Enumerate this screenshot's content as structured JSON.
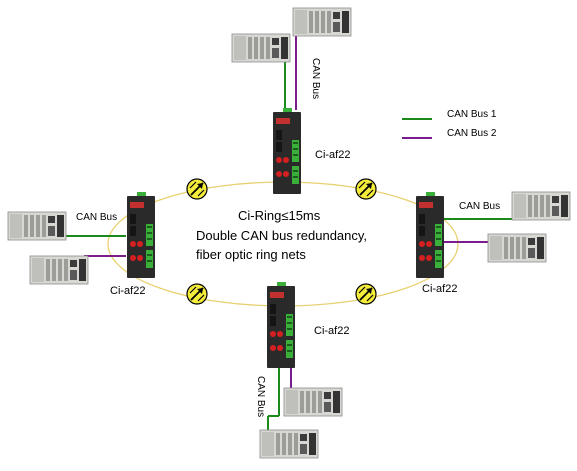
{
  "center": {
    "ring_title": "Ci-Ring≤15ms",
    "line1": "Double CAN bus redundancy,",
    "line2": "fiber optic ring nets"
  },
  "legend": {
    "bus1": "CAN Bus 1",
    "bus2": "CAN Bus 2"
  },
  "nodes": {
    "top": {
      "model": "Ci-af22",
      "bus_label": "CAN Bus"
    },
    "left": {
      "model": "Ci-af22",
      "bus_label": "CAN Bus"
    },
    "right": {
      "model": "Ci-af22",
      "bus_label": "CAN Bus"
    },
    "bottom": {
      "model": "Ci-af22",
      "bus_label": "CAN Bus"
    }
  },
  "colors": {
    "bus1": "#1a8a1a",
    "bus2": "#7b1c8c",
    "ring": "#e8d070",
    "connector": "#f3ec3a",
    "device_body": "#2a2a2a",
    "port_red": "#d42020",
    "terminal_green": "#3ab03a"
  }
}
